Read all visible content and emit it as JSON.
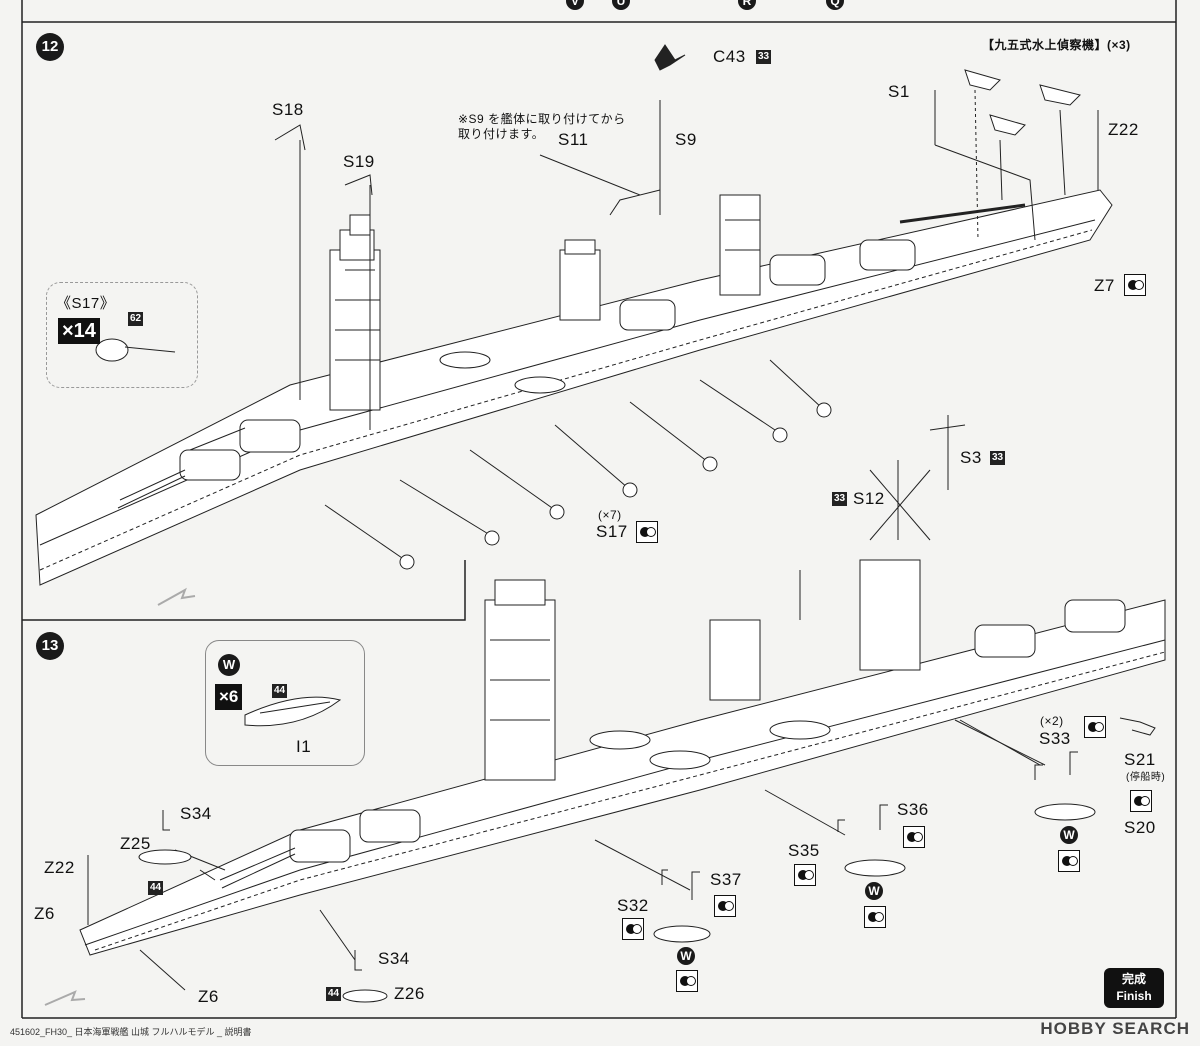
{
  "header": {
    "top_letters": [
      "V",
      "U",
      "R",
      "Q"
    ]
  },
  "steps": [
    {
      "number": "12"
    },
    {
      "number": "13"
    }
  ],
  "step12": {
    "parts": {
      "c43": "C43",
      "c43_sheet": "33",
      "s9": "S9",
      "s11": "S11",
      "s18": "S18",
      "s19": "S19",
      "s1": "S1",
      "z22": "Z22",
      "z7": "Z7",
      "s3": "S3",
      "s3_sheet": "33",
      "s12": "S12",
      "s12_sheet": "33",
      "s17": "S17",
      "s17_qty": "(×7)"
    },
    "note": "※S9 を艦体に取り付けてから\n取り付けます。",
    "aircraft_label": "【九五式水上偵察機】(×3)",
    "inset": {
      "title": "《S17》",
      "qty": "×14",
      "sheet": "62"
    }
  },
  "step13": {
    "inset": {
      "letter": "W",
      "qty": "×6",
      "sheet": "44",
      "part": "I1"
    },
    "parts": {
      "s34_top": "S34",
      "z25": "Z25",
      "z25_sheet": "44",
      "z22": "Z22",
      "z6_top": "Z6",
      "z6_bottom": "Z6",
      "s34_bottom": "S34",
      "z26": "Z26",
      "z26_sheet": "44",
      "s32": "S32",
      "s37": "S37",
      "s35": "S35",
      "s36": "S36",
      "s33": "S33",
      "s33_qty": "(×2)",
      "s21": "S21",
      "s21_note": "(停船時)",
      "s20": "S20",
      "w": "W"
    }
  },
  "finish": {
    "jp": "完成",
    "en": "Finish"
  },
  "footer": {
    "text": "451602_FH30_ 日本海軍戦艦 山城 フルハルモデル _ 説明書"
  },
  "watermark": {
    "text": "HOBBY SEARCH"
  }
}
